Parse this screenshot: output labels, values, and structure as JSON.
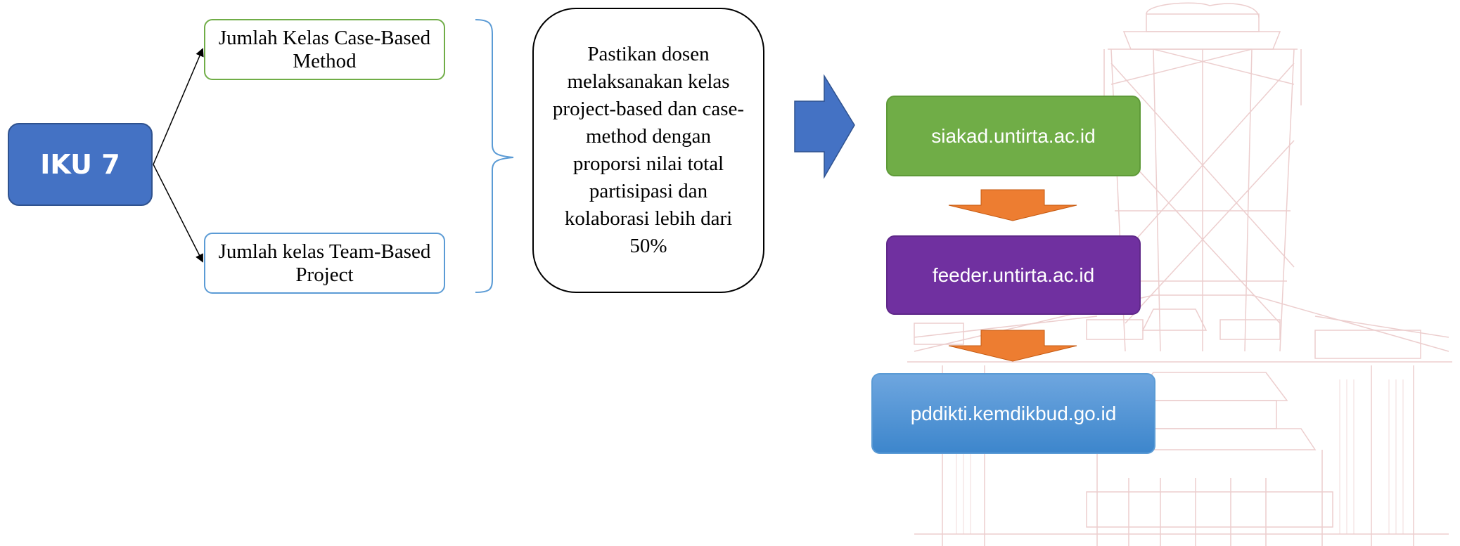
{
  "diagram": {
    "root": {
      "label": "IKU 7"
    },
    "methods": [
      {
        "label": "Jumlah Kelas Case-Based Method"
      },
      {
        "label": "Jumlah kelas Team-Based Project"
      }
    ],
    "note": {
      "text": "Pastikan dosen melaksanakan kelas project-based dan case-method dengan proporsi nilai total partisipasi dan kolaborasi lebih dari 50%"
    },
    "flow": [
      {
        "label": "siakad.untirta.ac.id",
        "color": "#70ad47"
      },
      {
        "label": "feeder.untirta.ac.id",
        "color": "#7030a0"
      },
      {
        "label": "pddikti.kemdikbud.go.id",
        "color": "#5b9bd5"
      }
    ],
    "colors": {
      "root_fill": "#4472c4",
      "case_border": "#70ad47",
      "team_border": "#5b9bd5",
      "big_arrow": "#4472c4",
      "down_arrow": "#ed7d31",
      "watermark": "#e8c2c2"
    }
  }
}
